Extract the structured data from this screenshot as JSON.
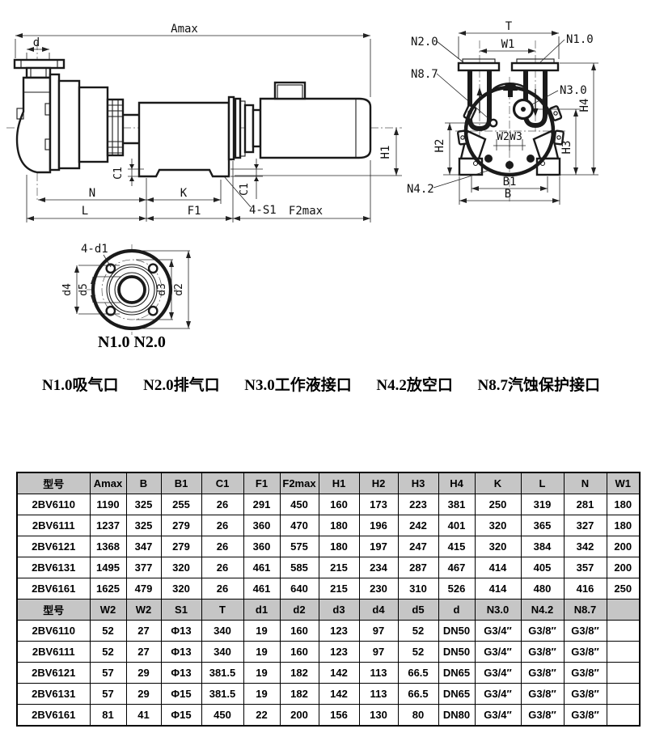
{
  "side_view": {
    "amax": "Amax",
    "d": "d",
    "c1_left": "C1",
    "n": "N",
    "k": "K",
    "l": "L",
    "f1": "F1",
    "s1": "4-S1",
    "f2max": "F2max",
    "c1_right": "C1",
    "h1": "H1"
  },
  "front_view": {
    "t": "T",
    "w1": "W1",
    "n2_0": "N2.0",
    "n1_0": "N1.0",
    "n8_7": "N8.7",
    "n3_0": "N3.0",
    "w2": "W2",
    "w3": "W3",
    "h2": "H2",
    "h3": "H3",
    "h4": "H4",
    "n4_2": "N4.2",
    "b1": "B1",
    "b": "B"
  },
  "flange_view": {
    "bolt_holes": "4-d1",
    "d4": "d4",
    "d5": "d5",
    "d3": "d3",
    "d2": "d2",
    "caption": "N1.0 N2.0"
  },
  "port_captions": [
    "N1.0吸气口",
    "N2.0排气口",
    "N3.0工作液接口",
    "N4.2放空口",
    "N8.7汽蚀保护接口"
  ],
  "table": {
    "section1": {
      "headers": [
        "型号",
        "Amax",
        "B",
        "B1",
        "C1",
        "F1",
        "F2max",
        "H1",
        "H2",
        "H3",
        "H4",
        "K",
        "L",
        "N",
        "W1"
      ],
      "rows": [
        [
          "2BV6110",
          "1190",
          "325",
          "255",
          "26",
          "291",
          "450",
          "160",
          "173",
          "223",
          "381",
          "250",
          "319",
          "281",
          "180"
        ],
        [
          "2BV6111",
          "1237",
          "325",
          "279",
          "26",
          "360",
          "470",
          "180",
          "196",
          "242",
          "401",
          "320",
          "365",
          "327",
          "180"
        ],
        [
          "2BV6121",
          "1368",
          "347",
          "279",
          "26",
          "360",
          "575",
          "180",
          "197",
          "247",
          "415",
          "320",
          "384",
          "342",
          "200"
        ],
        [
          "2BV6131",
          "1495",
          "377",
          "320",
          "26",
          "461",
          "585",
          "215",
          "234",
          "287",
          "467",
          "414",
          "405",
          "357",
          "200"
        ],
        [
          "2BV6161",
          "1625",
          "479",
          "320",
          "26",
          "461",
          "640",
          "215",
          "230",
          "310",
          "526",
          "414",
          "480",
          "416",
          "250"
        ]
      ]
    },
    "section2": {
      "headers": [
        "型号",
        "W2",
        "W2",
        "S1",
        "T",
        "d1",
        "d2",
        "d3",
        "d4",
        "d5",
        "d",
        "N3.0",
        "N4.2",
        "N8.7",
        ""
      ],
      "rows": [
        [
          "2BV6110",
          "52",
          "27",
          "Φ13",
          "340",
          "19",
          "160",
          "123",
          "97",
          "52",
          "DN50",
          "G3/4″",
          "G3/8″",
          "G3/8″",
          ""
        ],
        [
          "2BV6111",
          "52",
          "27",
          "Φ13",
          "340",
          "19",
          "160",
          "123",
          "97",
          "52",
          "DN50",
          "G3/4″",
          "G3/8″",
          "G3/8″",
          ""
        ],
        [
          "2BV6121",
          "57",
          "29",
          "Φ13",
          "381.5",
          "19",
          "182",
          "142",
          "113",
          "66.5",
          "DN65",
          "G3/4″",
          "G3/8″",
          "G3/8″",
          ""
        ],
        [
          "2BV6131",
          "57",
          "29",
          "Φ15",
          "381.5",
          "19",
          "182",
          "142",
          "113",
          "66.5",
          "DN65",
          "G3/4″",
          "G3/8″",
          "G3/8″",
          ""
        ],
        [
          "2BV6161",
          "81",
          "41",
          "Φ15",
          "450",
          "22",
          "200",
          "156",
          "130",
          "80",
          "DN80",
          "G3/4″",
          "G3/8″",
          "G3/8″",
          ""
        ]
      ]
    }
  },
  "colors": {
    "header_bg": "#c6c6c6",
    "line": "#1a1a1a",
    "background": "#ffffff"
  }
}
